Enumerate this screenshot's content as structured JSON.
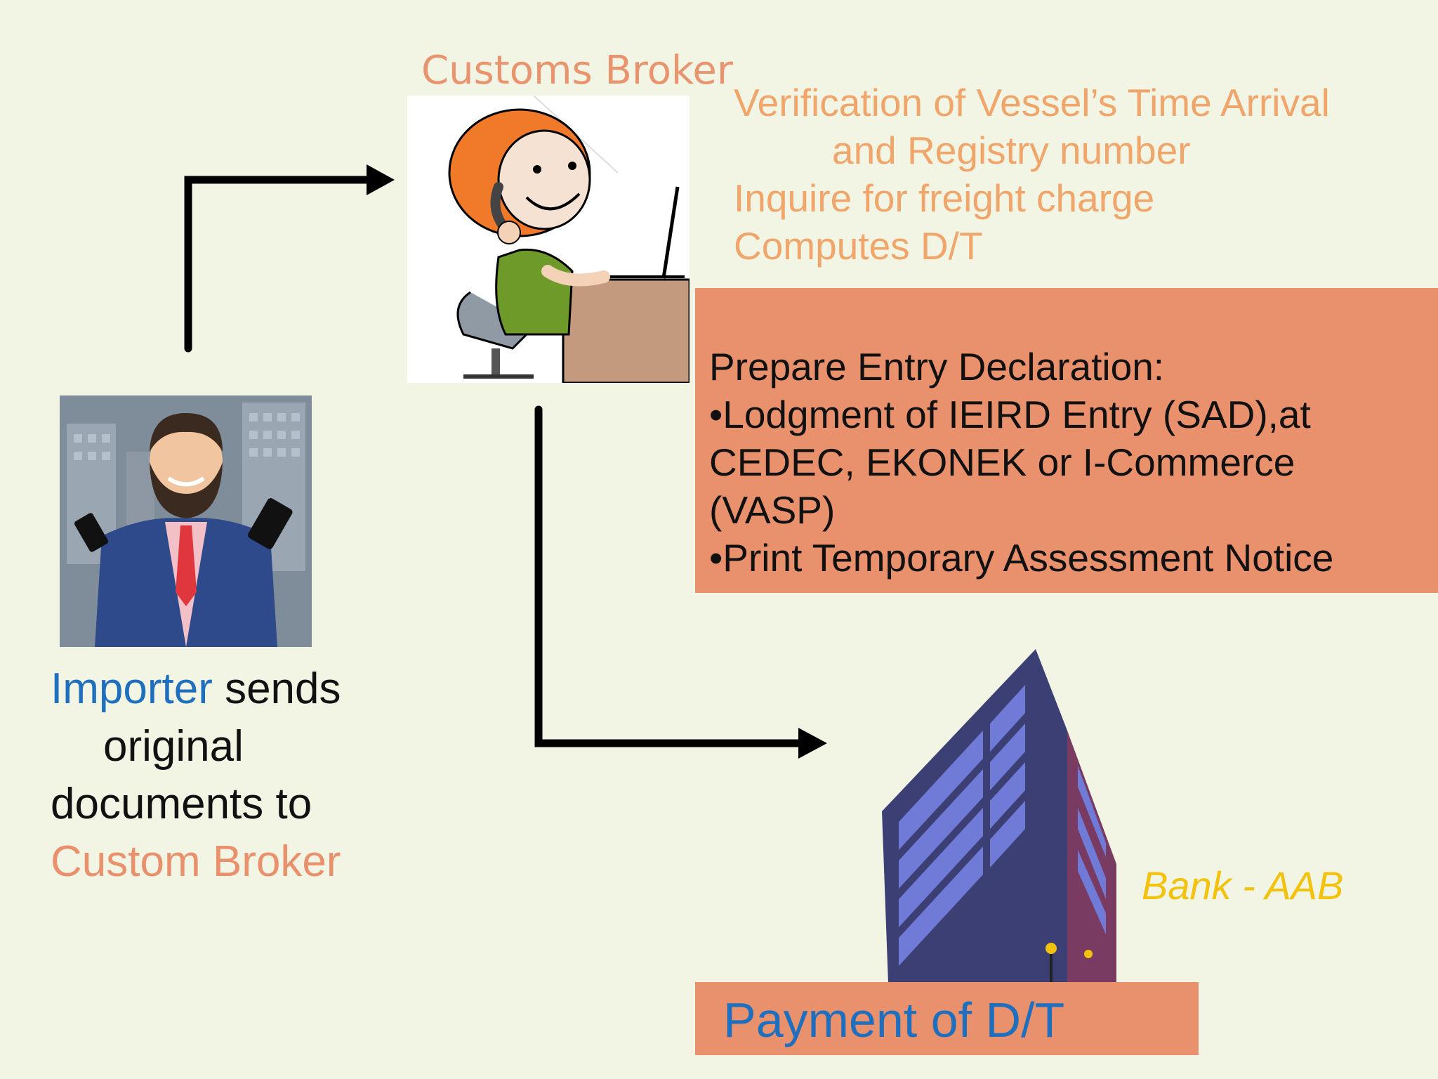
{
  "broker": {
    "title": "Customs Broker",
    "steps": [
      "Verification of Vessel’s Time Arrival",
      "and  Registry number",
      "Inquire for freight charge",
      "Computes D/T"
    ]
  },
  "entry": {
    "heading": "Prepare Entry Declaration:",
    "lines": [
      "•Lodgment of  IEIRD  Entry (SAD),at",
      "CEDEC, EKONEK or I-Commerce",
      "(VASP)",
      "•Print  Temporary  Assessment  Notice"
    ]
  },
  "importer": {
    "word": "Importer",
    "sends": " sends",
    "line2": "original",
    "line3": "documents to",
    "line4": "Custom Broker"
  },
  "bank": {
    "label": "Bank - AAB"
  },
  "payment": {
    "label": "Payment of D/T"
  },
  "colors": {
    "background": "#f3f5e4",
    "accent_orange": "#e9906c",
    "steps_text": "#f0a56b",
    "blue": "#1f6fbf",
    "bank_label": "#f2c20c"
  }
}
